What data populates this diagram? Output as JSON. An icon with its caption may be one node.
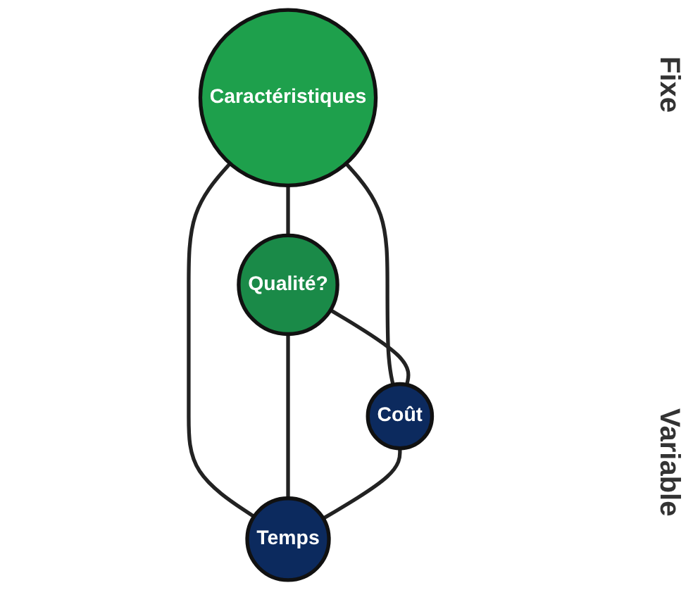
{
  "diagram": {
    "nodes": [
      {
        "text": [
          "Caractéristiques"
        ]
      },
      {
        "text": [
          "Qualité?"
        ]
      },
      {
        "text": [
          "Coût"
        ]
      },
      {
        "text": [
          "Temps"
        ]
      }
    ],
    "edges": [
      {
        "from": 0,
        "to": 1,
        "arrow": "none"
      },
      {
        "from": 0,
        "to": 2,
        "arrow": "none"
      },
      {
        "from": 0,
        "to": 3,
        "arrow": "none"
      },
      {
        "from": 1,
        "to": 2,
        "arrow": "none"
      },
      {
        "from": 1,
        "to": 3,
        "arrow": "none"
      },
      {
        "from": 2,
        "to": 3,
        "arrow": "none"
      }
    ],
    "labels": [
      "Fixe",
      "Variable"
    ]
  }
}
